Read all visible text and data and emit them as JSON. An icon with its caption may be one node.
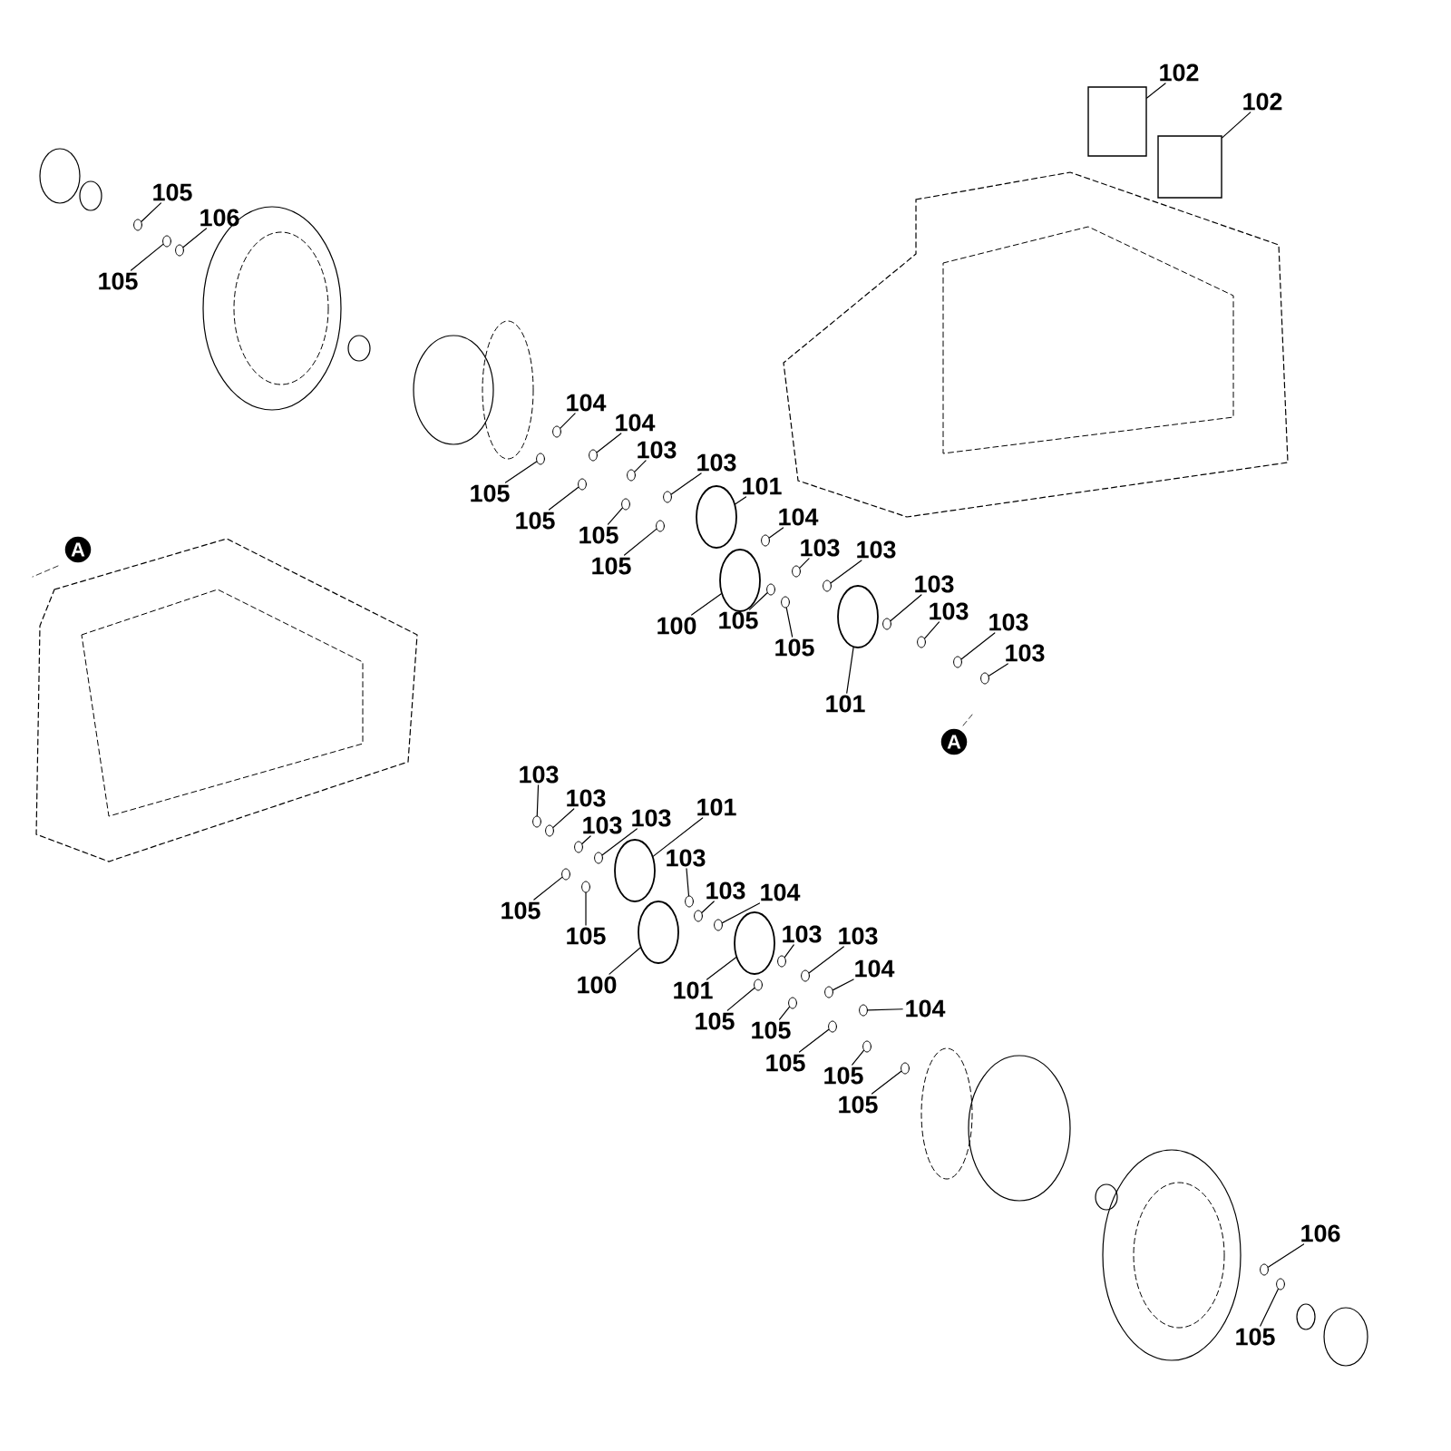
{
  "diagram": {
    "nodes": [
      {
        "text": [
          "102"
        ]
      },
      {
        "text": [
          "102"
        ]
      },
      {
        "text": [
          "105"
        ]
      },
      {
        "text": [
          "106"
        ]
      },
      {
        "text": [
          "105"
        ]
      },
      {
        "text": [
          "104"
        ]
      },
      {
        "text": [
          "104"
        ]
      },
      {
        "text": [
          "103"
        ]
      },
      {
        "text": [
          "105"
        ]
      },
      {
        "text": [
          "105"
        ]
      },
      {
        "text": [
          "103"
        ]
      },
      {
        "text": [
          "101"
        ]
      },
      {
        "text": [
          "104"
        ]
      },
      {
        "text": [
          "105"
        ]
      },
      {
        "text": [
          "A"
        ]
      },
      {
        "text": [
          "103"
        ]
      },
      {
        "text": [
          "103"
        ]
      },
      {
        "text": [
          "105"
        ]
      },
      {
        "text": [
          "103"
        ]
      },
      {
        "text": [
          "103"
        ]
      },
      {
        "text": [
          "103"
        ]
      },
      {
        "text": [
          "100"
        ]
      },
      {
        "text": [
          "105"
        ]
      },
      {
        "text": [
          "105"
        ]
      },
      {
        "text": [
          "103"
        ]
      },
      {
        "text": [
          "101"
        ]
      },
      {
        "text": [
          "A"
        ]
      },
      {
        "text": [
          "103"
        ]
      },
      {
        "text": [
          "103"
        ]
      },
      {
        "text": [
          "101"
        ]
      },
      {
        "text": [
          "103"
        ]
      },
      {
        "text": [
          "103"
        ]
      },
      {
        "text": [
          "103"
        ]
      },
      {
        "text": [
          "103"
        ]
      },
      {
        "text": [
          "104"
        ]
      },
      {
        "text": [
          "105"
        ]
      },
      {
        "text": [
          "103"
        ]
      },
      {
        "text": [
          "103"
        ]
      },
      {
        "text": [
          "105"
        ]
      },
      {
        "text": [
          "104"
        ]
      },
      {
        "text": [
          "100"
        ]
      },
      {
        "text": [
          "101"
        ]
      },
      {
        "text": [
          "104"
        ]
      },
      {
        "text": [
          "105"
        ]
      },
      {
        "text": [
          "105"
        ]
      },
      {
        "text": [
          "105"
        ]
      },
      {
        "text": [
          "105"
        ]
      },
      {
        "text": [
          "105"
        ]
      },
      {
        "text": [
          "106"
        ]
      },
      {
        "text": [
          "105"
        ]
      },
      {
        "text": [],
        "shape": "box"
      },
      {
        "text": [],
        "shape": "box"
      },
      {
        "text": [],
        "shape": "circle"
      },
      {
        "text": [],
        "shape": "circle"
      },
      {
        "text": [],
        "shape": "circle"
      },
      {
        "text": [],
        "shape": "circle"
      },
      {
        "text": [],
        "shape": "circle"
      },
      {
        "text": [],
        "shape": "circle"
      },
      {
        "text": [],
        "shape": "circle"
      },
      {
        "text": [],
        "shape": "circle"
      },
      {
        "text": [],
        "shape": "circle"
      },
      {
        "text": [],
        "shape": "circle"
      },
      {
        "text": [],
        "shape": "circle"
      },
      {
        "text": [],
        "shape": "circle"
      },
      {
        "text": [],
        "shape": "circle"
      },
      {
        "text": [],
        "shape": "circle"
      },
      {
        "text": [],
        "shape": "circle"
      },
      {
        "text": [],
        "shape": "circle"
      },
      {
        "text": [],
        "shape": "circle"
      },
      {
        "text": [],
        "shape": "circle"
      },
      {
        "text": [],
        "shape": "circle"
      },
      {
        "text": [],
        "shape": "circle"
      },
      {
        "text": [],
        "shape": "circle"
      },
      {
        "text": [],
        "shape": "circle"
      },
      {
        "text": [],
        "shape": "circle"
      },
      {
        "text": [],
        "shape": "circle"
      },
      {
        "text": [],
        "shape": "circle"
      },
      {
        "text": [],
        "shape": "circle"
      },
      {
        "text": [],
        "shape": "circle"
      },
      {
        "text": [],
        "shape": "circle"
      },
      {
        "text": [],
        "shape": "circle"
      },
      {
        "text": [],
        "shape": "circle"
      },
      {
        "text": [],
        "shape": "circle"
      },
      {
        "text": [],
        "shape": "circle"
      },
      {
        "text": [],
        "shape": "circle"
      },
      {
        "text": [],
        "shape": "circle"
      },
      {
        "text": [],
        "shape": "circle"
      },
      {
        "text": [],
        "shape": "circle"
      },
      {
        "text": [],
        "shape": "circle"
      },
      {
        "text": [],
        "shape": "circle"
      },
      {
        "text": [],
        "shape": "circle"
      },
      {
        "text": [],
        "shape": "circle"
      },
      {
        "text": [],
        "shape": "circle"
      },
      {
        "text": [],
        "shape": "circle"
      },
      {
        "text": [],
        "shape": "circle"
      },
      {
        "text": [],
        "shape": "circle"
      },
      {
        "text": [],
        "shape": "circle"
      },
      {
        "text": [],
        "shape": "circle"
      }
    ],
    "edges": [
      {
        "from": 0,
        "to": 50,
        "arrow": "none"
      },
      {
        "from": 1,
        "to": 51,
        "arrow": "none"
      },
      {
        "from": 2,
        "to": 52,
        "arrow": "none"
      },
      {
        "from": 3,
        "to": 53,
        "arrow": "none"
      },
      {
        "from": 4,
        "to": 54,
        "arrow": "none"
      },
      {
        "from": 5,
        "to": 55,
        "arrow": "none"
      },
      {
        "from": 6,
        "to": 56,
        "arrow": "none"
      },
      {
        "from": 7,
        "to": 57,
        "arrow": "none"
      },
      {
        "from": 8,
        "to": 58,
        "arrow": "none"
      },
      {
        "from": 9,
        "to": 59,
        "arrow": "none"
      },
      {
        "from": 10,
        "to": 60,
        "arrow": "none"
      },
      {
        "from": 11,
        "to": 61,
        "arrow": "none"
      },
      {
        "from": 12,
        "to": 62,
        "arrow": "none"
      },
      {
        "from": 13,
        "to": 63,
        "arrow": "none"
      },
      {
        "from": 15,
        "to": 64,
        "arrow": "none"
      },
      {
        "from": 16,
        "to": 65,
        "arrow": "none"
      },
      {
        "from": 17,
        "to": 66,
        "arrow": "none"
      },
      {
        "from": 18,
        "to": 67,
        "arrow": "none"
      },
      {
        "from": 19,
        "to": 68,
        "arrow": "none"
      },
      {
        "from": 20,
        "to": 69,
        "arrow": "none"
      },
      {
        "from": 21,
        "to": 70,
        "arrow": "none"
      },
      {
        "from": 22,
        "to": 71,
        "arrow": "none"
      },
      {
        "from": 23,
        "to": 72,
        "arrow": "none"
      },
      {
        "from": 24,
        "to": 73,
        "arrow": "none"
      },
      {
        "from": 25,
        "to": 74,
        "arrow": "none"
      },
      {
        "from": 27,
        "to": 75,
        "arrow": "none"
      },
      {
        "from": 28,
        "to": 76,
        "arrow": "none"
      },
      {
        "from": 29,
        "to": 77,
        "arrow": "none"
      },
      {
        "from": 30,
        "to": 78,
        "arrow": "none"
      },
      {
        "from": 31,
        "to": 79,
        "arrow": "none"
      },
      {
        "from": 32,
        "to": 80,
        "arrow": "none"
      },
      {
        "from": 33,
        "to": 81,
        "arrow": "none"
      },
      {
        "from": 34,
        "to": 82,
        "arrow": "none"
      },
      {
        "from": 35,
        "to": 83,
        "arrow": "none"
      },
      {
        "from": 36,
        "to": 84,
        "arrow": "none"
      },
      {
        "from": 37,
        "to": 85,
        "arrow": "none"
      },
      {
        "from": 38,
        "to": 86,
        "arrow": "none"
      },
      {
        "from": 39,
        "to": 87,
        "arrow": "none"
      },
      {
        "from": 40,
        "to": 88,
        "arrow": "none"
      },
      {
        "from": 41,
        "to": 89,
        "arrow": "none"
      },
      {
        "from": 42,
        "to": 90,
        "arrow": "none"
      },
      {
        "from": 43,
        "to": 91,
        "arrow": "none"
      },
      {
        "from": 44,
        "to": 92,
        "arrow": "none"
      },
      {
        "from": 45,
        "to": 93,
        "arrow": "none"
      },
      {
        "from": 46,
        "to": 94,
        "arrow": "none"
      },
      {
        "from": 47,
        "to": 95,
        "arrow": "none"
      },
      {
        "from": 48,
        "to": 96,
        "arrow": "none"
      },
      {
        "from": 49,
        "to": 97,
        "arrow": "none"
      }
    ]
  }
}
